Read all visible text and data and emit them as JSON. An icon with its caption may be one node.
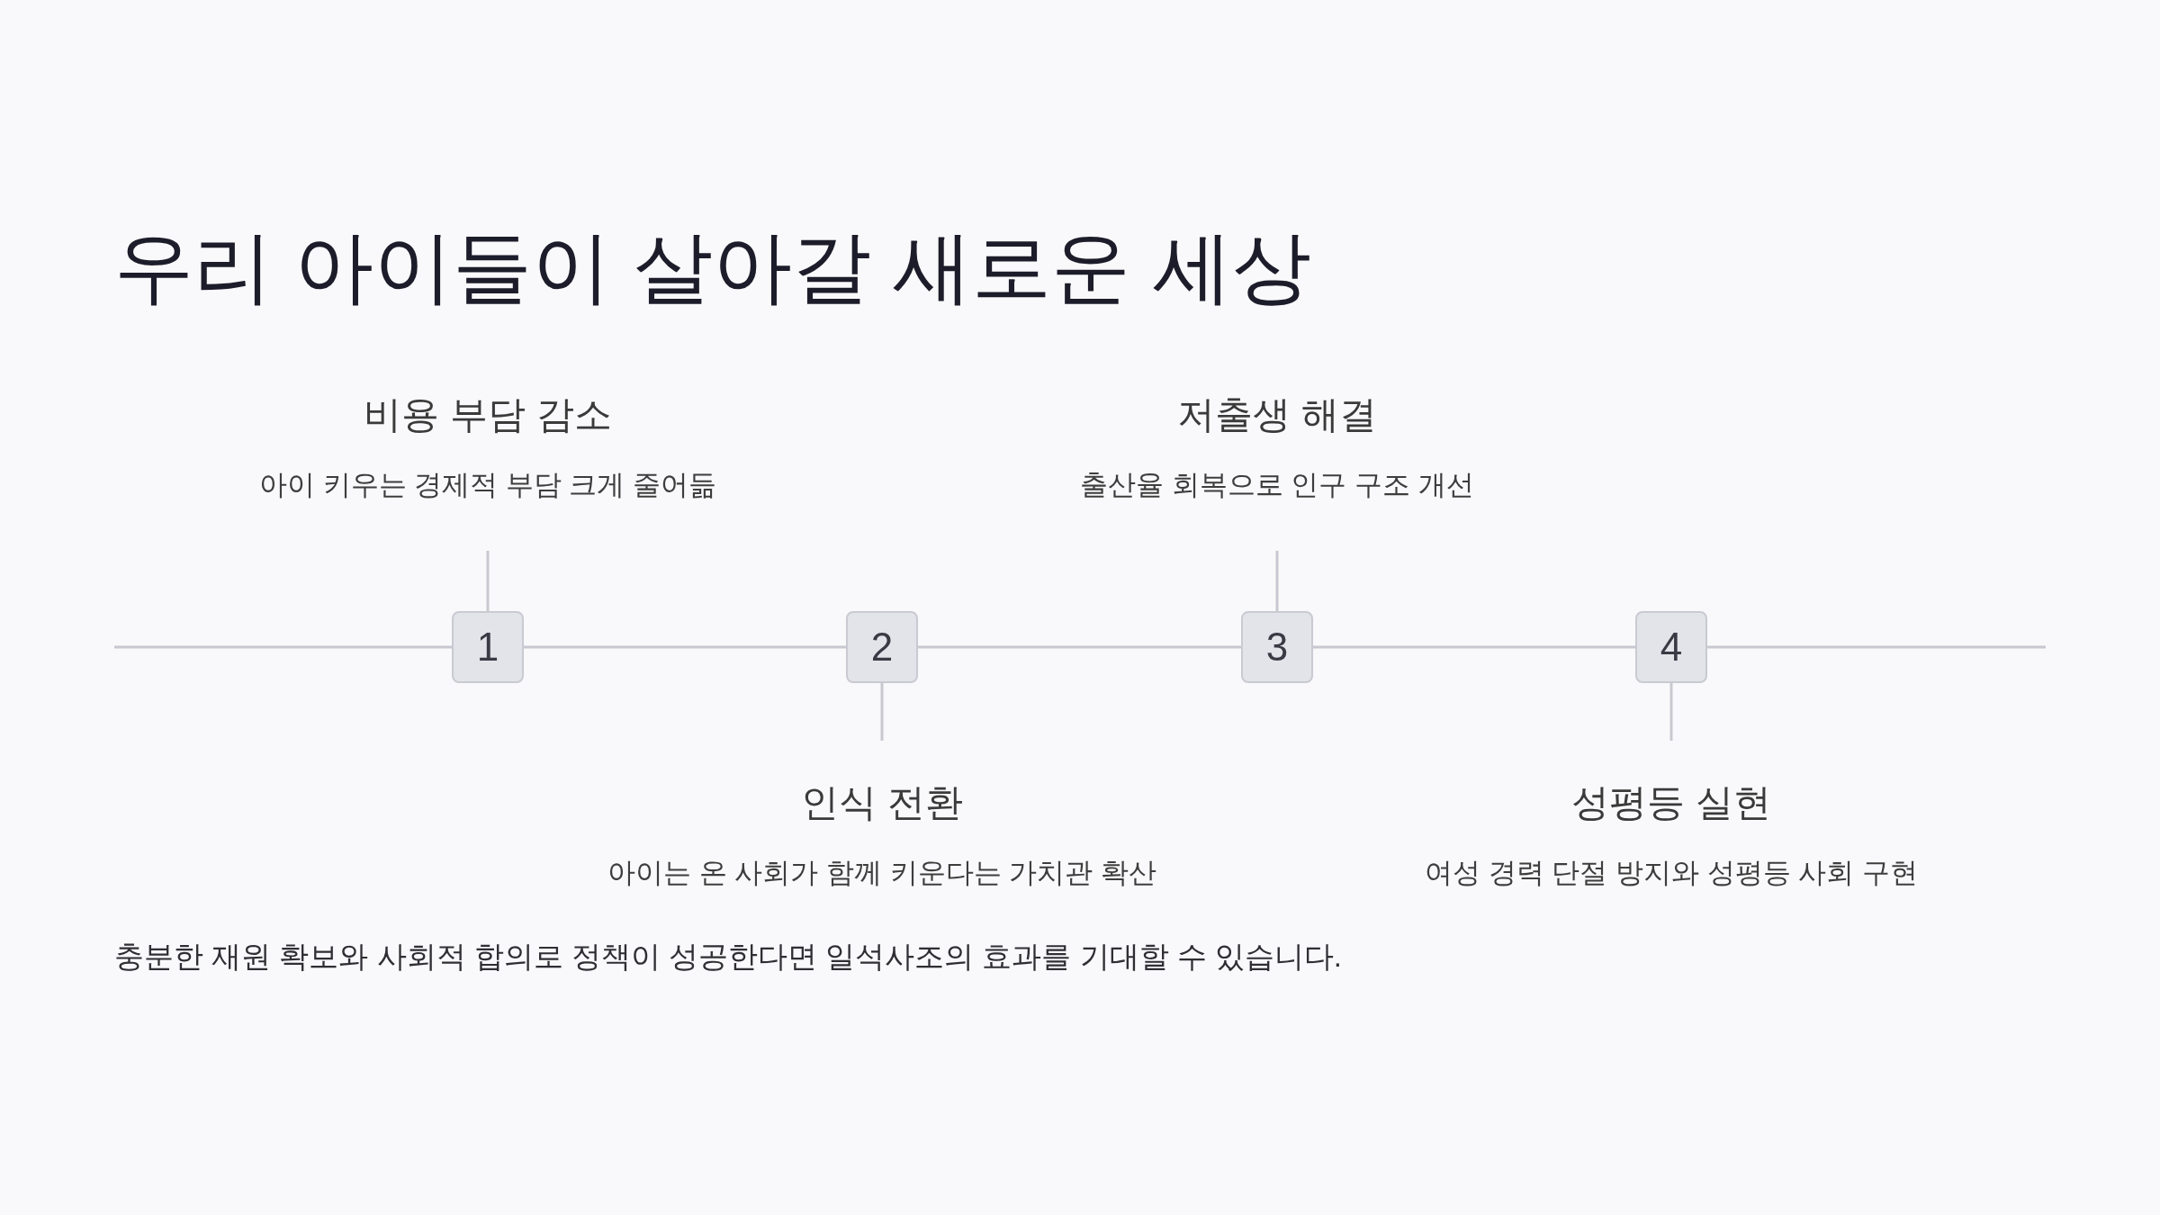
{
  "diagram": {
    "title": "우리 아이들이 살아갈 새로운 세상",
    "nodes": [
      {
        "text": [
          "1"
        ]
      },
      {
        "text": [
          "2"
        ]
      },
      {
        "text": [
          "3"
        ]
      },
      {
        "text": [
          "4"
        ]
      },
      {
        "text": [
          "비용 부담 감소",
          "아이 키우는 경제적 부담 크게 줄어듦"
        ]
      },
      {
        "text": [
          "인식 전환",
          "아이는 온 사회가 함께 키운다는 가치관 확산"
        ]
      },
      {
        "text": [
          "저출생 해결",
          "출산율 회복으로 인구 구조 개선"
        ]
      },
      {
        "text": [
          "성평등 실현",
          "여성 경력 단절 방지와 성평등 사회 구현"
        ]
      }
    ],
    "edges": [
      {
        "from": null,
        "to": 0,
        "arrow": "none"
      },
      {
        "from": 0,
        "to": 1,
        "arrow": "none"
      },
      {
        "from": 1,
        "to": 2,
        "arrow": "none"
      },
      {
        "from": 2,
        "to": 3,
        "arrow": "none"
      },
      {
        "from": 3,
        "to": null,
        "arrow": "none"
      },
      {
        "from": 0,
        "to": 4,
        "arrow": "none"
      },
      {
        "from": 1,
        "to": 5,
        "arrow": "none"
      },
      {
        "from": 2,
        "to": 6,
        "arrow": "none"
      },
      {
        "from": 3,
        "to": 7,
        "arrow": "none"
      }
    ],
    "caption": "충분한 재원 확보와 사회적 합의로 정책이 성공한다면 일석사조의 효과를 기대할 수 있습니다."
  }
}
